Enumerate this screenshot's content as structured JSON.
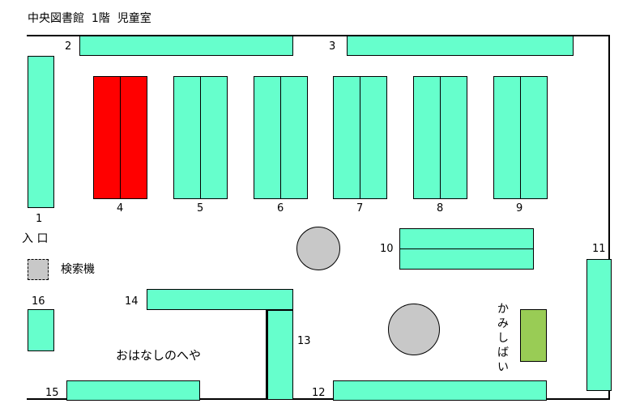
{
  "title": "中央図書館  1階  児童室",
  "colors": {
    "shelf": "#66ffcc",
    "highlight": "#ff0000",
    "picture_stage": "#99cc55",
    "search_terminal": "#c8c8c8"
  },
  "labels": {
    "shelf_1": "1",
    "shelf_2": "2",
    "shelf_3": "3",
    "shelf_4": "4",
    "shelf_5": "5",
    "shelf_6": "6",
    "shelf_7": "7",
    "shelf_8": "8",
    "shelf_9": "9",
    "shelf_10": "10",
    "shelf_11": "11",
    "shelf_12": "12",
    "shelf_13": "13",
    "shelf_14": "14",
    "shelf_15": "15",
    "shelf_16": "16",
    "entrance": "入 口",
    "search_terminal": "検索機",
    "story_room": "おはなしのへや",
    "picture_stage": "かみしばい"
  },
  "highlighted_shelf": "4"
}
